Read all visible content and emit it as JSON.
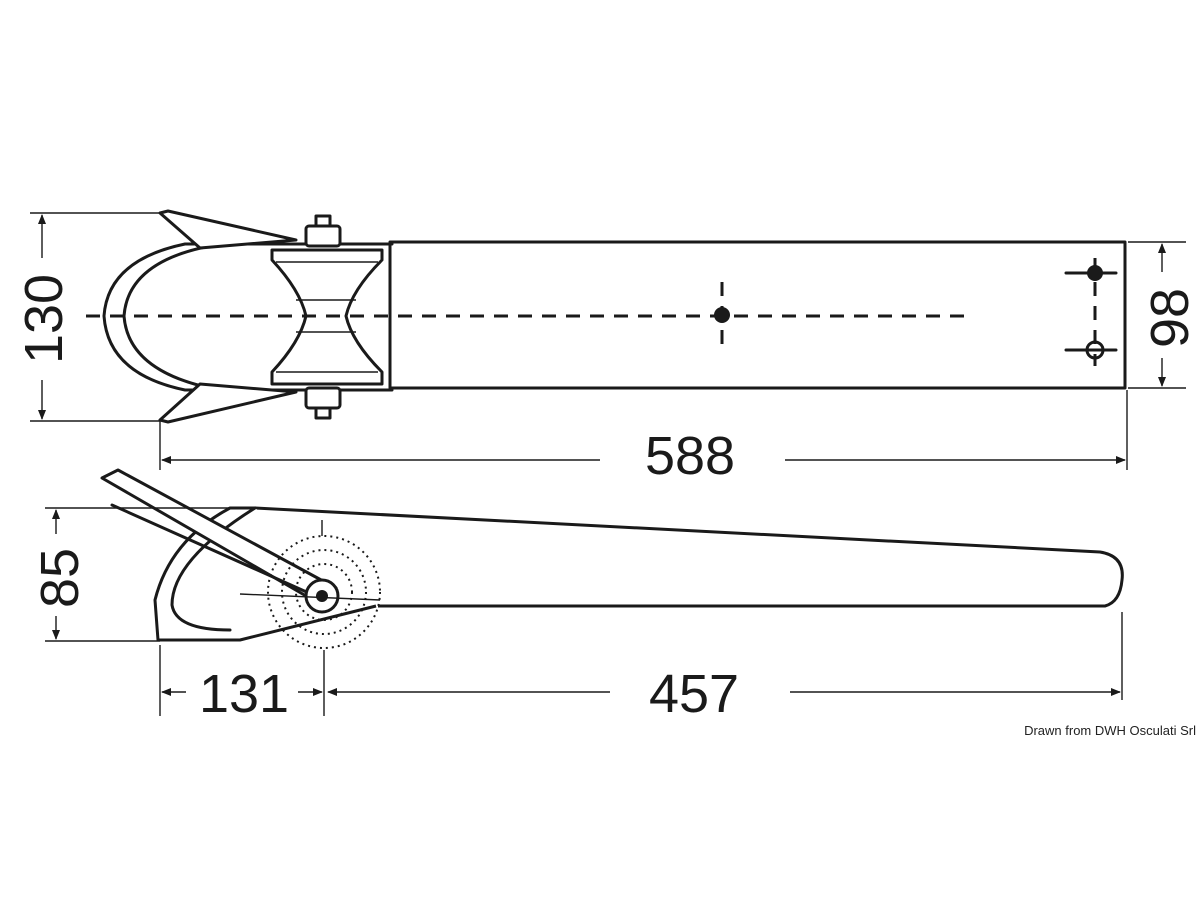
{
  "dimensions": {
    "top_height": "130",
    "top_width_right": "98",
    "top_length": "588",
    "side_height": "85",
    "side_front": "131",
    "side_rear": "457"
  },
  "credit": "Drawn from DWH Osculati Srl"
}
